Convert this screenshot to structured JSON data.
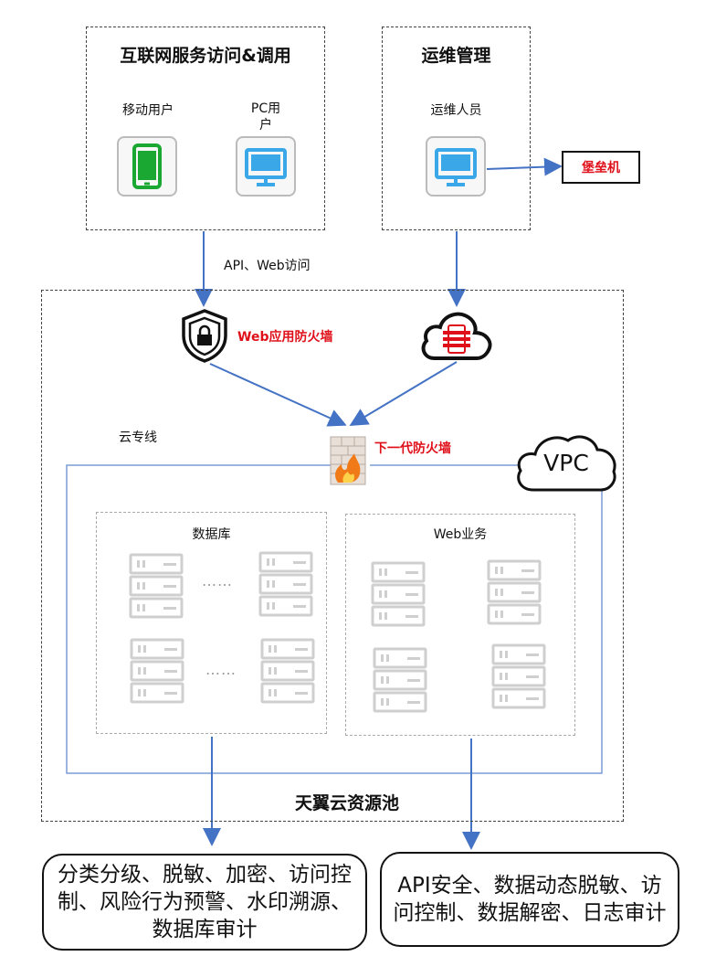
{
  "internet_group": {
    "title": "互联网服务访问&调用",
    "mobile_label": "移动用户",
    "pc_label": "PC用\n户"
  },
  "ops_group": {
    "title": "运维管理",
    "ops_label": "运维人员",
    "bastion": "堡垒机"
  },
  "edge": {
    "api_web_label": "API、Web访问",
    "waf_label": "Web应用防火墙",
    "ngfw_label": "下一代防火墙",
    "cloud_line_label": "云专线",
    "vpc_label": "VPC"
  },
  "pool": {
    "title": "天翼云资源池",
    "db_title": "数据库",
    "web_title": "Web业务",
    "ellipsis": "……"
  },
  "outputs": {
    "left": "分类分级、脱敏、加密、访问控制、风险行为预警、水印溯源、数据库审计",
    "right": "API安全、数据动态脱敏、访问控制、数据解密、日志审计"
  },
  "colors": {
    "arrow": "#4472c4",
    "accent_red": "#e0101a",
    "mobile_green": "#1aa832",
    "pc_blue": "#3aa7e8",
    "server_gray": "#cccccc"
  }
}
